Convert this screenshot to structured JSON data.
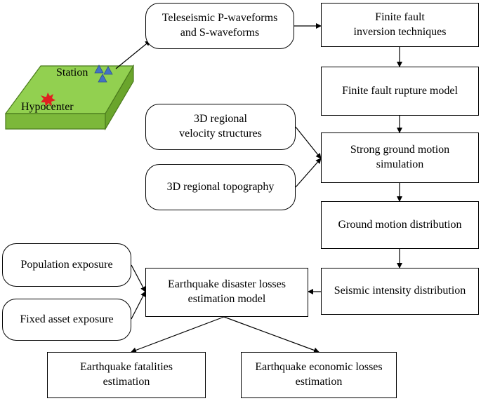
{
  "illustration": {
    "station_label": "Station",
    "hypocenter_label": "Hypocenter"
  },
  "boxes": {
    "teleseismic": "Teleseismic P-waveforms\nand S-waveforms",
    "inversion": "Finite fault\ninversion techniques",
    "rupture_model": "Finite fault rupture model",
    "velocity": "3D  regional\nvelocity structures",
    "topography": "3D regional topography",
    "strong_motion": "Strong ground motion\nsimulation",
    "ground_motion": "Ground motion distribution",
    "intensity": "Seismic intensity distribution",
    "population": "Population exposure",
    "fixed_asset": "Fixed asset exposure",
    "loss_model": "Earthquake disaster losses\nestimation model",
    "fatalities": "Earthquake fatalities\nestimation",
    "economic": "Earthquake economic losses\nestimation"
  },
  "colors": {
    "ground_top": "#92d050",
    "ground_side": "#7cb83a",
    "ground_border": "#4a7a1c",
    "station_triangle": "#4472c4",
    "hypocenter_burst": "#e02020"
  }
}
